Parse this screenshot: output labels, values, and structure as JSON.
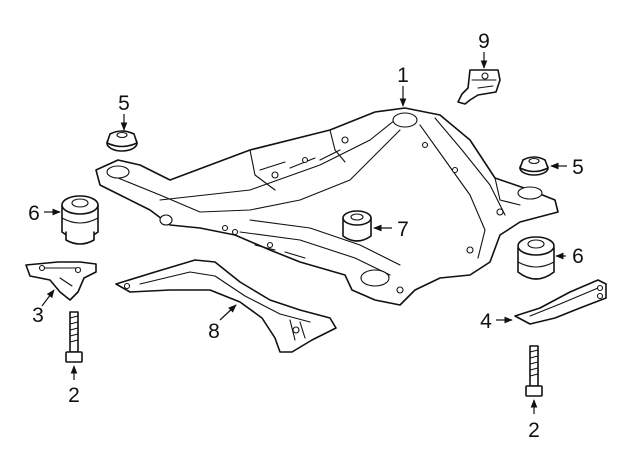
{
  "callouts": {
    "c1": "1",
    "c2a": "2",
    "c2b": "2",
    "c3": "3",
    "c4": "4",
    "c5a": "5",
    "c5b": "5",
    "c6a": "6",
    "c6b": "6",
    "c7": "7",
    "c8": "8",
    "c9": "9"
  },
  "colors": {
    "line": "#111111",
    "background": "#ffffff"
  }
}
